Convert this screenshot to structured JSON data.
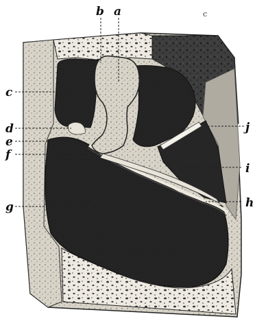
{
  "figure": {
    "labels": {
      "a": "a",
      "b": "b",
      "c": "c",
      "d": "d",
      "e": "e",
      "f": "f",
      "g": "g",
      "h": "h",
      "i": "i",
      "j": "j"
    },
    "corner_mark": "c"
  },
  "palette": {
    "paper": "#ffffff",
    "ink": "#111111",
    "dark_cavity": "#1c1c1c",
    "bone_light": "#efeae0",
    "bone_shade": "#a9a49a",
    "dark_bone": "#3a3a3a"
  }
}
